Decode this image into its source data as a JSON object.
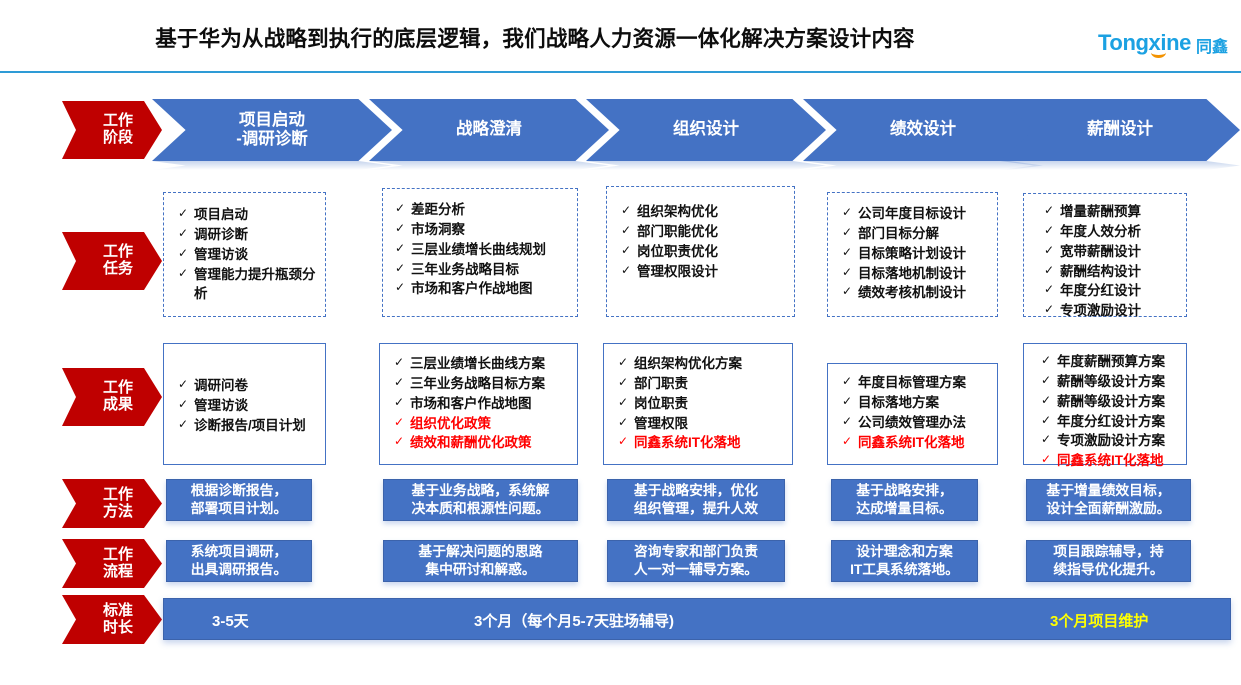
{
  "header": {
    "title": "基于华为从战略到执行的底层逻辑，我们战略人力资源一体化解决方案设计内容",
    "logo_text": "Tongxine",
    "logo_cn": "同鑫",
    "accent_color": "#1ba1e2",
    "rule_color": "#2e9bd6"
  },
  "colors": {
    "red": "#bf0000",
    "blue": "#4472c4",
    "highlight_red": "#ff0000",
    "highlight_yellow": "#ffff00"
  },
  "row_labels": [
    {
      "line1": "工作",
      "line2": "阶段"
    },
    {
      "line1": "工作",
      "line2": "任务"
    },
    {
      "line1": "工作",
      "line2": "成果"
    },
    {
      "line1": "工作",
      "line2": "方法"
    },
    {
      "line1": "工作",
      "line2": "流程"
    },
    {
      "line1": "标准",
      "line2": "时长"
    }
  ],
  "stages": [
    {
      "line1": "项目启动",
      "line2": "-调研诊断"
    },
    {
      "line1": "战略澄清",
      "line2": ""
    },
    {
      "line1": "组织设计",
      "line2": ""
    },
    {
      "line1": "绩效设计",
      "line2": ""
    },
    {
      "line1": "薪酬设计",
      "line2": ""
    }
  ],
  "tasks": [
    {
      "items": [
        {
          "text": "项目启动",
          "red": false
        },
        {
          "text": "调研诊断",
          "red": false
        },
        {
          "text": "管理访谈",
          "red": false
        },
        {
          "text": "管理能力提升瓶颈分析",
          "red": false,
          "wrap": true
        }
      ]
    },
    {
      "items": [
        {
          "text": "差距分析",
          "red": false
        },
        {
          "text": "市场洞察",
          "red": false
        },
        {
          "text": "三层业绩增长曲线规划",
          "red": false
        },
        {
          "text": "三年业务战略目标",
          "red": false
        },
        {
          "text": "市场和客户作战地图",
          "red": false
        }
      ]
    },
    {
      "items": [
        {
          "text": "组织架构优化",
          "red": false
        },
        {
          "text": "部门职能优化",
          "red": false
        },
        {
          "text": "岗位职责优化",
          "red": false
        },
        {
          "text": "管理权限设计",
          "red": false
        }
      ]
    },
    {
      "items": [
        {
          "text": "公司年度目标设计",
          "red": false
        },
        {
          "text": "部门目标分解",
          "red": false
        },
        {
          "text": "目标策略计划设计",
          "red": false
        },
        {
          "text": "目标落地机制设计",
          "red": false
        },
        {
          "text": "绩效考核机制设计",
          "red": false
        }
      ]
    },
    {
      "items": [
        {
          "text": "增量薪酬预算",
          "red": false
        },
        {
          "text": "年度人效分析",
          "red": false
        },
        {
          "text": "宽带薪酬设计",
          "red": false
        },
        {
          "text": "薪酬结构设计",
          "red": false
        },
        {
          "text": "年度分红设计",
          "red": false
        },
        {
          "text": "专项激励设计",
          "red": false
        }
      ]
    }
  ],
  "outcomes": [
    {
      "items": [
        {
          "text": "调研问卷",
          "red": false
        },
        {
          "text": "管理访谈",
          "red": false
        },
        {
          "text": "诊断报告/项目计划",
          "red": false
        }
      ]
    },
    {
      "items": [
        {
          "text": "三层业绩增长曲线方案",
          "red": false
        },
        {
          "text": "三年业务战略目标方案",
          "red": false
        },
        {
          "text": "市场和客户作战地图",
          "red": false
        },
        {
          "text": "组织优化政策",
          "red": true
        },
        {
          "text": "绩效和薪酬优化政策",
          "red": true
        }
      ]
    },
    {
      "items": [
        {
          "text": "组织架构优化方案",
          "red": false
        },
        {
          "text": "部门职责",
          "red": false
        },
        {
          "text": "岗位职责",
          "red": false
        },
        {
          "text": "管理权限",
          "red": false
        },
        {
          "text": "同鑫系统IT化落地",
          "red": true
        }
      ]
    },
    {
      "items": [
        {
          "text": "年度目标管理方案",
          "red": false
        },
        {
          "text": "目标落地方案",
          "red": false
        },
        {
          "text": "公司绩效管理办法",
          "red": false
        },
        {
          "text": "同鑫系统IT化落地",
          "red": true
        }
      ]
    },
    {
      "items": [
        {
          "text": "年度薪酬预算方案",
          "red": false
        },
        {
          "text": "薪酬等级设计方案",
          "red": false
        },
        {
          "text": "薪酬等级设计方案",
          "red": false
        },
        {
          "text": "年度分红设计方案",
          "red": false
        },
        {
          "text": "专项激励设计方案",
          "red": false
        },
        {
          "text": "同鑫系统IT化落地",
          "red": true
        }
      ]
    }
  ],
  "methods": [
    {
      "line1": "根据诊断报告，",
      "line2": "部署项目计划。"
    },
    {
      "line1": "基于业务战略，系统解",
      "line2": "决本质和根源性问题。"
    },
    {
      "line1": "基于战略安排，优化",
      "line2": "组织管理，提升人效"
    },
    {
      "line1": "基于战略安排，",
      "line2": "达成增量目标。"
    },
    {
      "line1": "基于增量绩效目标，",
      "line2": "设计全面薪酬激励。"
    }
  ],
  "processes": [
    {
      "line1": "系统项目调研，",
      "line2": "出具调研报告。"
    },
    {
      "line1": "基于解决问题的思路",
      "line2": "集中研讨和解惑。"
    },
    {
      "line1": "咨询专家和部门负责",
      "line2": "人一对一辅导方案。"
    },
    {
      "line1": "设计理念和方案",
      "line2": "IT工具系统落地。"
    },
    {
      "line1": "项目跟踪辅导，持",
      "line2": "续指导优化提升。"
    }
  ],
  "duration": {
    "first": "3-5天",
    "middle": "3个月（每个月5-7天驻场辅导)",
    "last": "3个月项目维护"
  }
}
